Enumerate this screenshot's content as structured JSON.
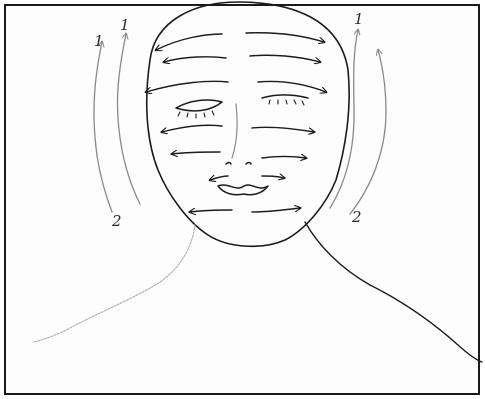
{
  "figure": {
    "stroke_labels": [
      "1",
      "1",
      "1",
      "2",
      "2"
    ]
  },
  "colors": {
    "ink": "#1c1c1c",
    "pencil": "#8a8a8a",
    "paper": "#fdfdfd"
  }
}
